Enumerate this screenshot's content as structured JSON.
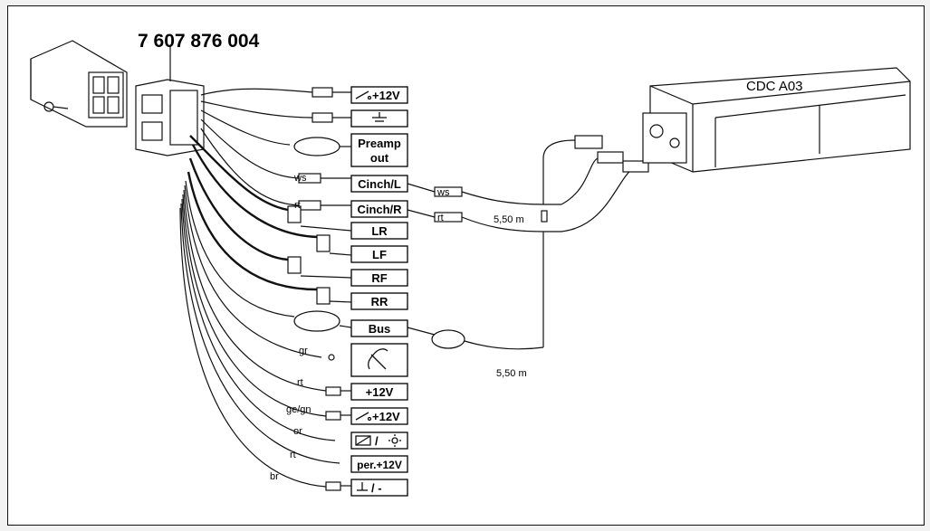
{
  "part_number": "7 607 876 004",
  "changer_label": "CDC A03",
  "cable_length_1": "5,50 m",
  "cable_length_2": "5,50 m",
  "terminals": [
    {
      "text": "+12V",
      "symbol": "ignition-switch-icon"
    },
    {
      "text": "",
      "symbol": "ground-icon"
    },
    {
      "text": "Preamp out",
      "line1": "Preamp",
      "line2": "out"
    },
    {
      "text": "Cinch/L"
    },
    {
      "text": "Cinch/R"
    },
    {
      "text": "LR"
    },
    {
      "text": "LF"
    },
    {
      "text": "RF"
    },
    {
      "text": "RR"
    },
    {
      "text": "Bus"
    },
    {
      "text": "",
      "symbol": "telephone-mute-icon"
    },
    {
      "text": "+12V"
    },
    {
      "text": "+12V",
      "symbol": "ignition-switch-icon"
    },
    {
      "text": "/",
      "symbol": "dimmer-illumination-icon"
    },
    {
      "text": "per.+12V"
    },
    {
      "text": "/ -",
      "symbol": "ground-icon"
    }
  ],
  "wire_colors": {
    "cinch_l": "ws",
    "cinch_r": "rt",
    "changer_l": "ws",
    "changer_r": "rt",
    "gr": "gr",
    "rt": "rt",
    "ge_gn": "ge/gn",
    "or": "or",
    "rt2": "rt",
    "br": "br"
  }
}
